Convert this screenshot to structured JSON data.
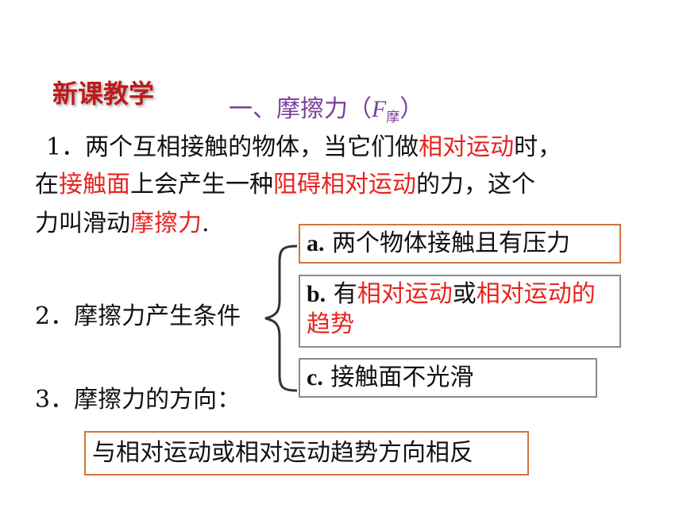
{
  "section_label": "新课教学",
  "title": {
    "prefix": "一、摩擦力（",
    "var": "F",
    "sub": "摩",
    "suffix": "）"
  },
  "definition": {
    "line1": {
      "a": "1．两个互相接触的物体，当它们做",
      "b": "相对运动",
      "c": "时，"
    },
    "line2": {
      "a": "在",
      "b": "接触面",
      "c": "上会产生一种",
      "d": "阻碍相对运动",
      "e": "的力，这个"
    },
    "line3": {
      "a": "力叫滑动",
      "b": "摩擦力",
      "c": "."
    }
  },
  "conditions": {
    "label": "2．摩擦力产生条件",
    "a": {
      "marker": "a.",
      "text": " 两个物体接触且有压力"
    },
    "b": {
      "marker": "b.",
      "t1": " 有",
      "t2": "相对运动",
      "t3": "或",
      "t4": "相对运动",
      "t5": "的趋势"
    },
    "c": {
      "marker": "c.",
      "text": " 接触面不光滑"
    }
  },
  "direction": {
    "label": "3．摩擦力的方向：",
    "answer": "与相对运动或相对运动趋势方向相反"
  },
  "colors": {
    "highlight": "#e8231f",
    "title": "#7a3e9d",
    "section_label": "#c0191a",
    "box_border_orange": "#d07540",
    "box_border_gray": "#8a8a8a"
  }
}
